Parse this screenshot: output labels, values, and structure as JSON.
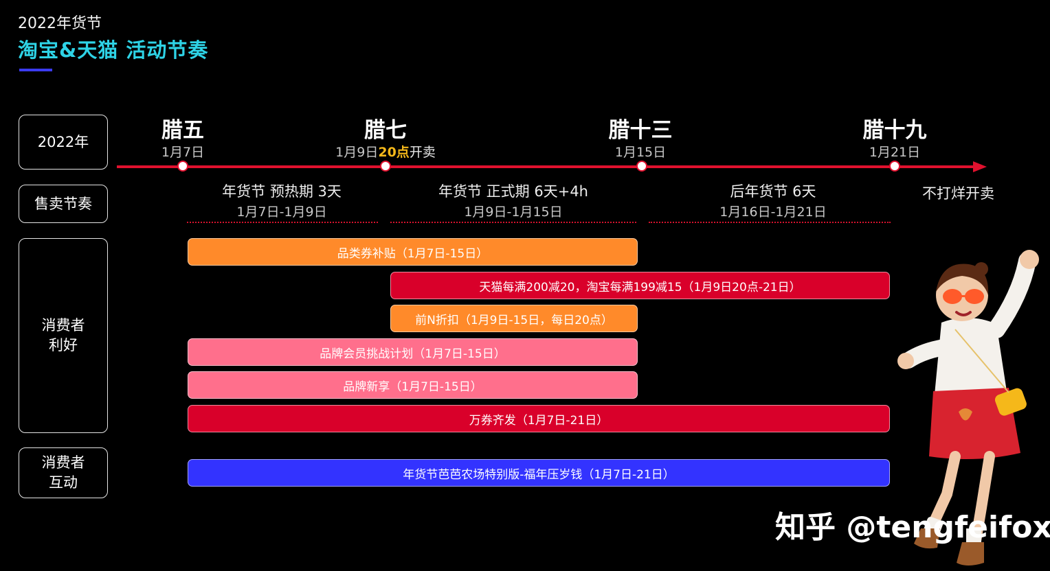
{
  "header": {
    "pretitle": "2022年货节",
    "title": "淘宝&天猫 活动节奏"
  },
  "rows": {
    "year": "2022年",
    "rhythm": "售卖节奏",
    "benefits_line1": "消费者",
    "benefits_line2": "利好",
    "interaction_line1": "消费者",
    "interaction_line2": "互动"
  },
  "colors": {
    "timeline": "#e0112e",
    "title": "#2ed3e6",
    "orange": "#ff8a2a",
    "red": "#d9002a",
    "pink": "#ff6f8c",
    "blue": "#3333ff",
    "highlight": "#f5b81a"
  },
  "milestones": [
    {
      "lunar": "腊五",
      "date": "1月7日",
      "highlight": "",
      "suffix": ""
    },
    {
      "lunar": "腊七",
      "date": "1月9日",
      "highlight": "20点",
      "suffix": "开卖"
    },
    {
      "lunar": "腊十三",
      "date": "1月15日",
      "highlight": "",
      "suffix": ""
    },
    {
      "lunar": "腊十九",
      "date": "1月21日",
      "highlight": "",
      "suffix": ""
    }
  ],
  "end_label": "不打烊开卖",
  "phases": [
    {
      "name": "年货节 预热期 3天",
      "range": "1月7日-1月9日"
    },
    {
      "name": "年货节 正式期 6天+4h",
      "range": "1月9日-1月15日"
    },
    {
      "name": "后年货节 6天",
      "range": "1月16日-1月21日"
    }
  ],
  "chart_data": {
    "type": "gantt",
    "x_unit": "date (January 2022)",
    "tasks": [
      {
        "label": "品类券补贴（1月7日-15日）",
        "start": "1月7日",
        "end": "1月15日",
        "color": "orange",
        "row": "消费者利好"
      },
      {
        "label": "天猫每满200减20，淘宝每满199减15（1月9日20点-21日）",
        "start": "1月9日 20点",
        "end": "1月21日",
        "color": "red",
        "row": "消费者利好"
      },
      {
        "label": "前N折扣（1月9日-15日，每日20点）",
        "start": "1月9日",
        "end": "1月15日",
        "color": "orange",
        "row": "消费者利好"
      },
      {
        "label": "品牌会员挑战计划（1月7日-15日）",
        "start": "1月7日",
        "end": "1月15日",
        "color": "pink",
        "row": "消费者利好"
      },
      {
        "label": "品牌新享（1月7日-15日）",
        "start": "1月7日",
        "end": "1月15日",
        "color": "pink",
        "row": "消费者利好"
      },
      {
        "label": "万券齐发（1月7日-21日）",
        "start": "1月7日",
        "end": "1月21日",
        "color": "red",
        "row": "消费者利好"
      },
      {
        "label": "年货节芭芭农场特别版-福年压岁钱（1月7日-21日）",
        "start": "1月7日",
        "end": "1月21日",
        "color": "blue",
        "row": "消费者互动"
      }
    ]
  },
  "watermark": "知乎 @tengfeifox"
}
